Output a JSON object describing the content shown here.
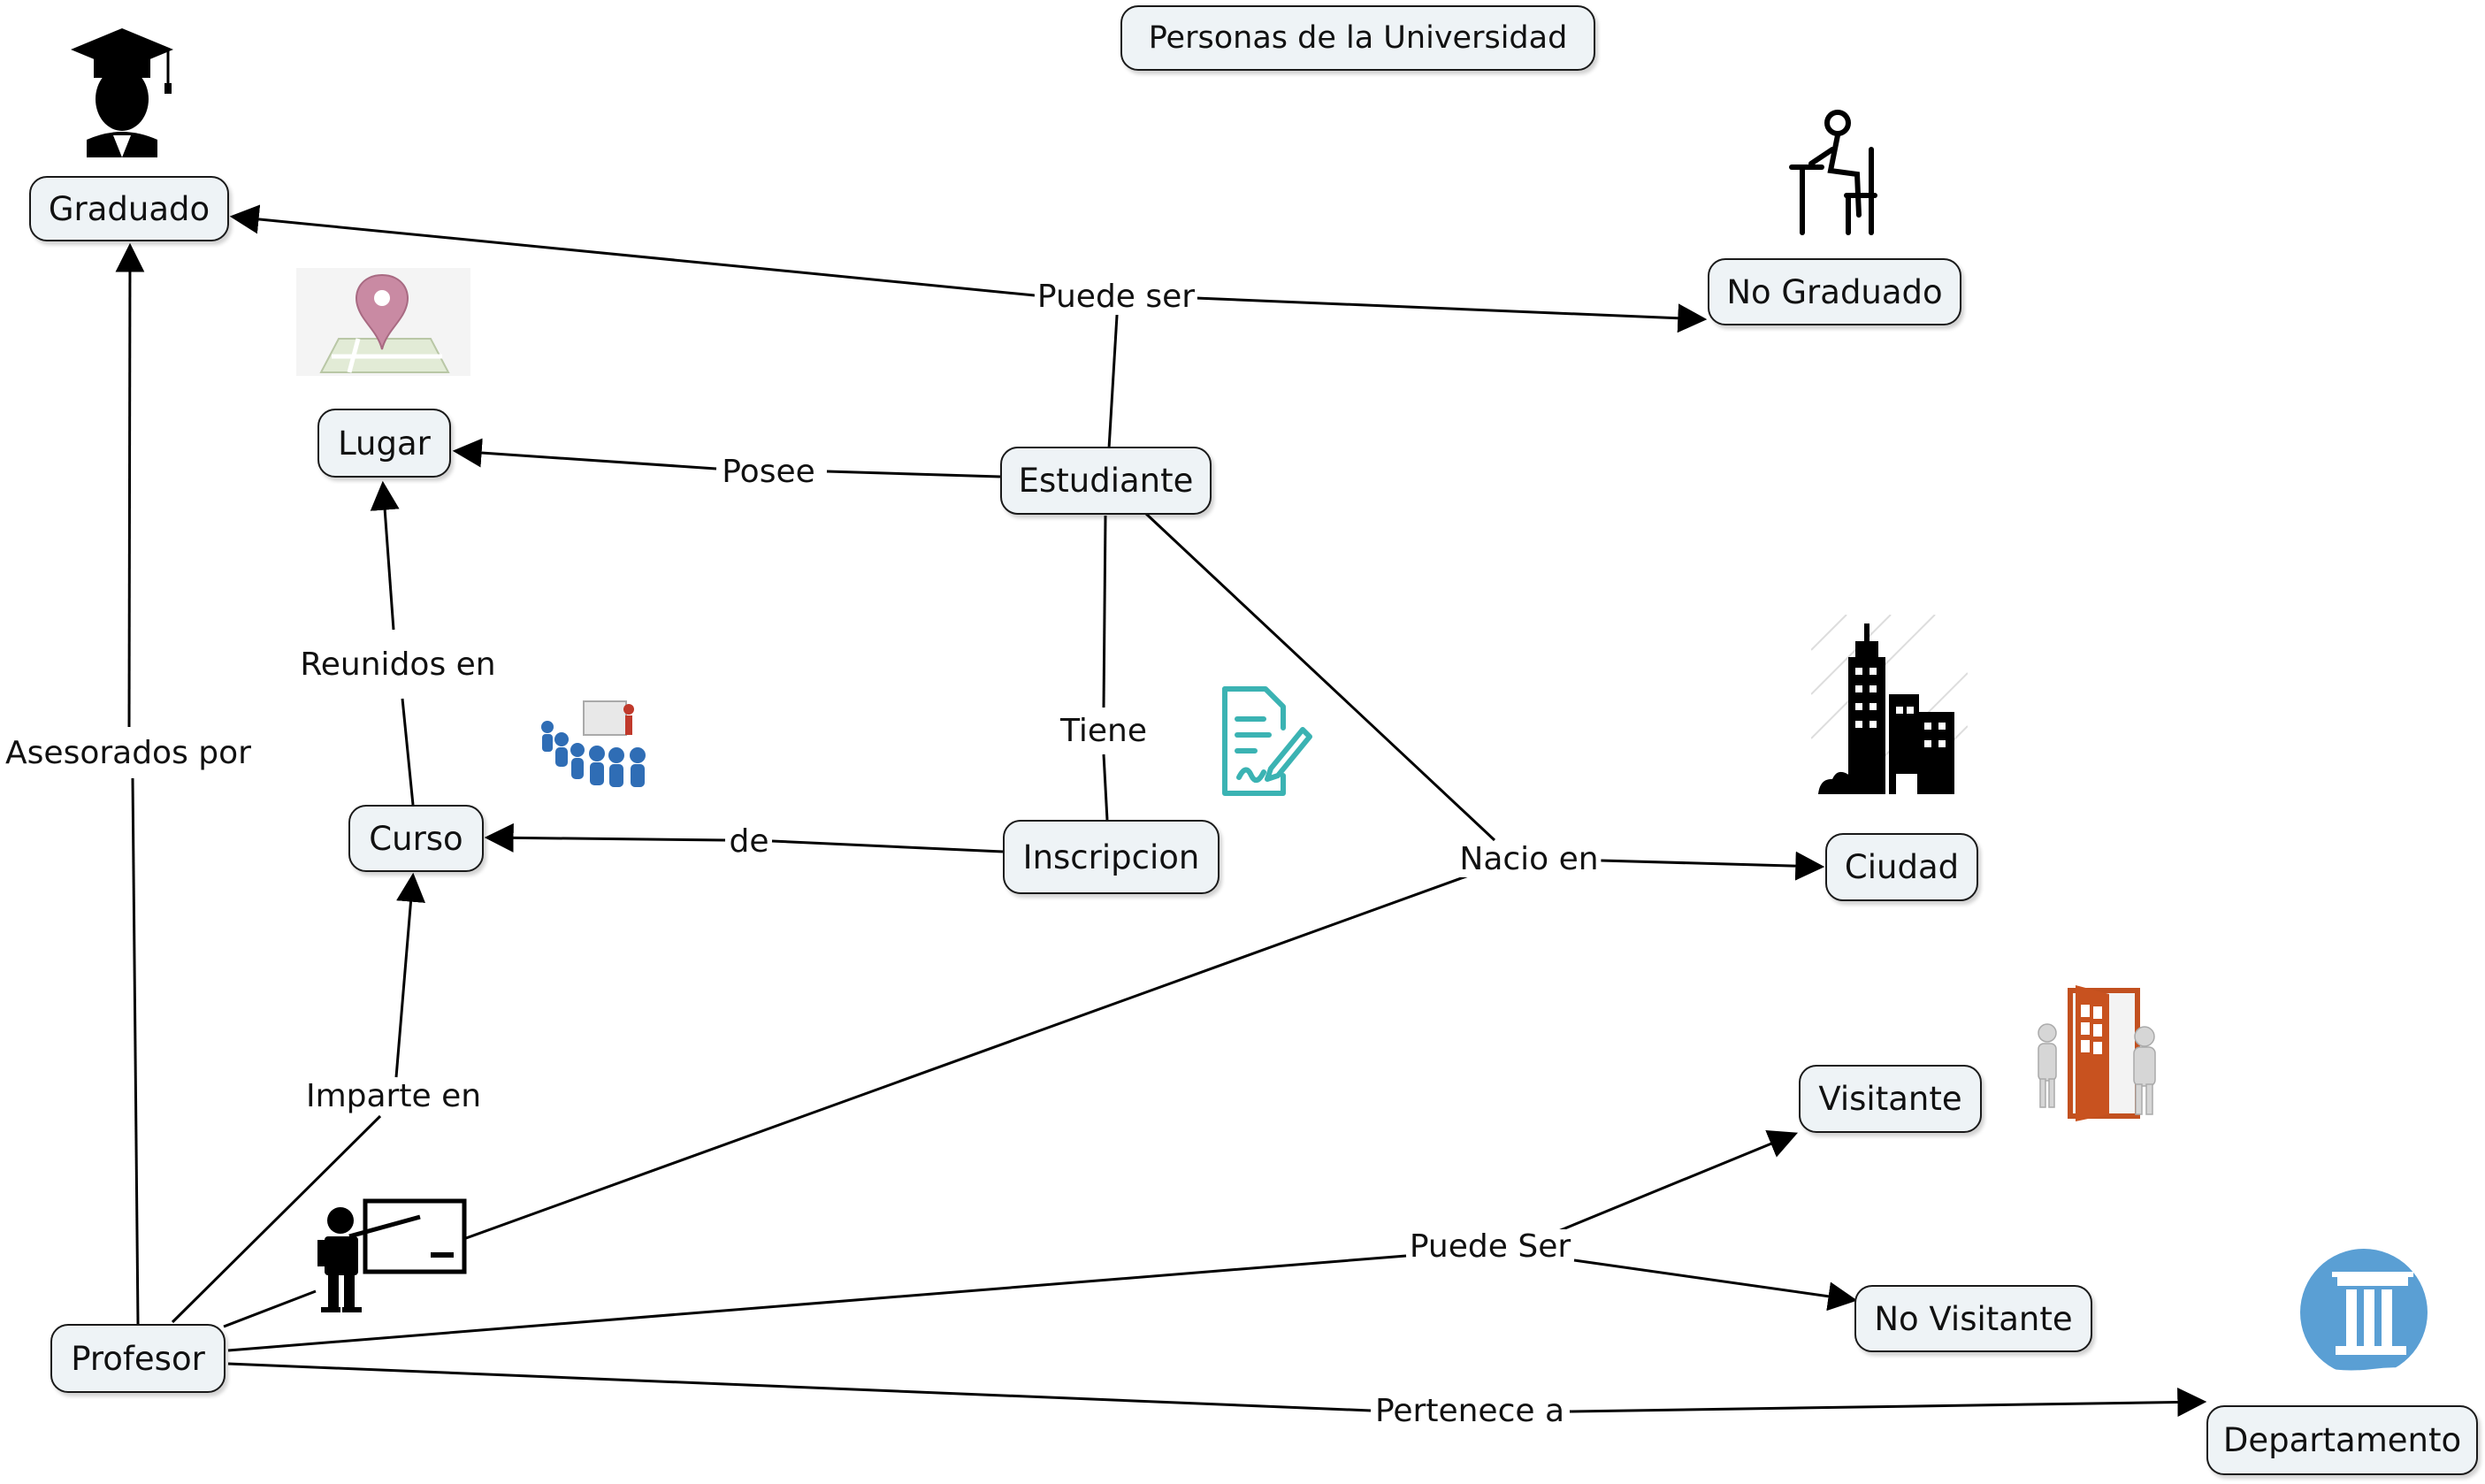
{
  "title": "Personas de la Universidad",
  "nodes": {
    "graduado": "Graduado",
    "no_graduado": "No Graduado",
    "lugar": "Lugar",
    "estudiante": "Estudiante",
    "curso": "Curso",
    "inscripcion": "Inscripcion",
    "ciudad": "Ciudad",
    "visitante": "Visitante",
    "no_visitante": "No Visitante",
    "profesor": "Profesor",
    "departamento": "Departamento"
  },
  "links": {
    "puede_ser": "Puede ser",
    "posee": "Posee",
    "reunidos_en": "Reunidos en",
    "asesorados_por": "Asesorados por",
    "tiene": "Tiene",
    "de": "de",
    "nacio_en": "Nacio en",
    "imparte_en": "Imparte en",
    "puede_ser_profesor": "Puede Ser",
    "pertenece_a": "Pertenece a"
  },
  "icons": {
    "graduado": "graduate-cap-icon",
    "no_graduado": "student-at-desk-icon",
    "lugar": "map-pin-icon",
    "curso": "classroom-group-icon",
    "inscripcion": "signed-document-icon",
    "ciudad": "city-buildings-icon",
    "visitante": "open-door-visitors-icon",
    "profesor": "teacher-blackboard-icon",
    "departamento": "column-building-icon"
  },
  "colors": {
    "node_fill": "#eef3f6",
    "node_border": "#1a1a1a",
    "line": "#000000"
  }
}
